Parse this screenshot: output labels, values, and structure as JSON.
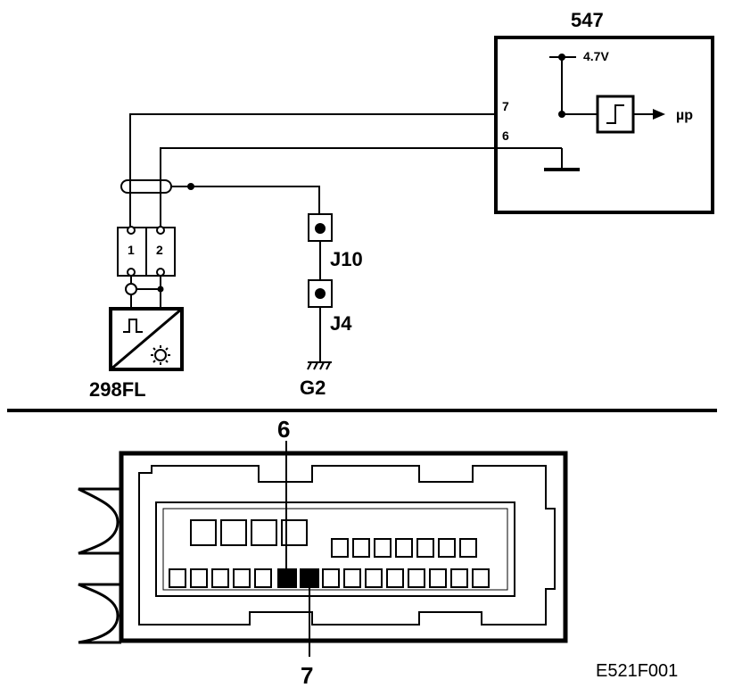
{
  "labels": {
    "ecu_id": "547",
    "voltage": "4.7V",
    "mcu": "µp",
    "pin7": "7",
    "pin6": "6",
    "connector_pin1": "1",
    "connector_pin2": "2",
    "j10": "J10",
    "j4": "J4",
    "ground": "G2",
    "sensor_id": "298FL",
    "callout_top": "6",
    "callout_bottom": "7",
    "figure_code": "E521F001"
  }
}
